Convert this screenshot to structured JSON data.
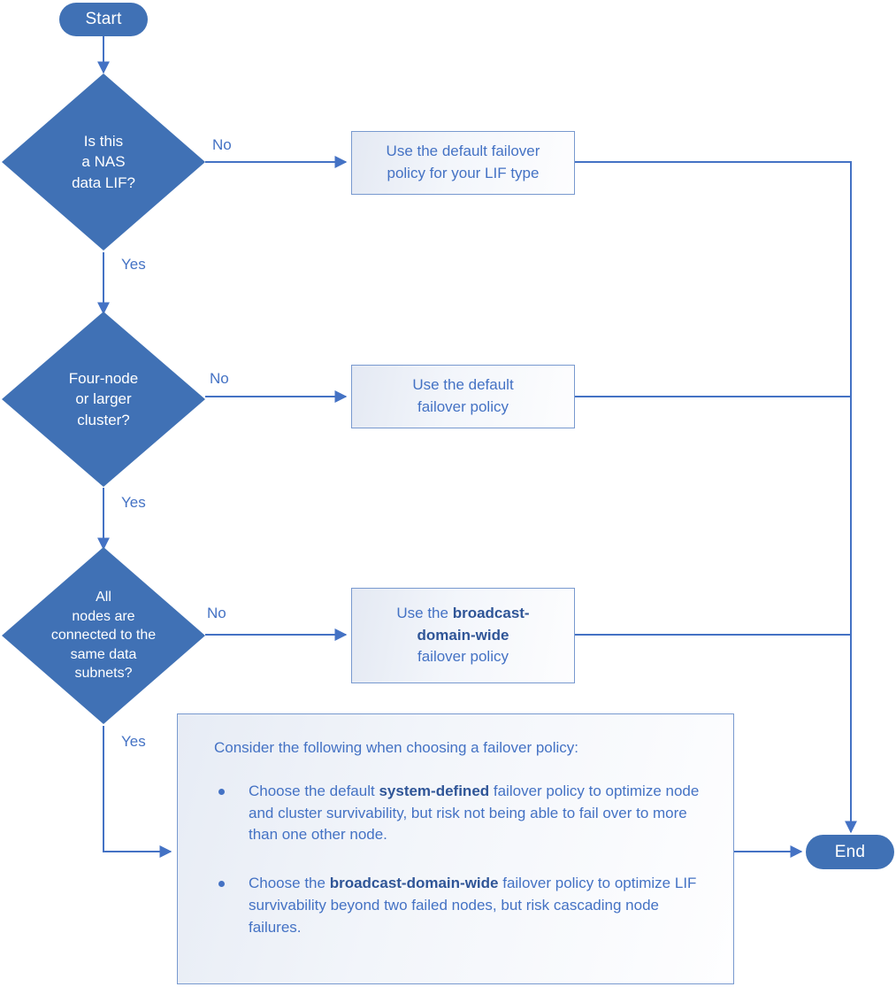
{
  "diagram": {
    "title": "LIF failover policy decision flowchart",
    "colors": {
      "node_fill": "#4071B5",
      "node_text": "#FFFFFF",
      "box_border": "#7899CF",
      "box_text": "#4472C4",
      "line": "#4472C4",
      "background": "#FFFFFF"
    },
    "start": {
      "label": "Start"
    },
    "end": {
      "label": "End"
    },
    "decisions": [
      {
        "id": "d1",
        "label": "Is this\na NAS\ndata LIF?",
        "yes_label": "Yes",
        "no_label": "No"
      },
      {
        "id": "d2",
        "label": "Four-node\nor larger\ncluster?",
        "yes_label": "Yes",
        "no_label": "No"
      },
      {
        "id": "d3",
        "label": "All\nnodes are\nconnected to the\nsame data\nsubnets?",
        "yes_label": "Yes",
        "no_label": "No"
      }
    ],
    "processes": [
      {
        "id": "p1",
        "line1": "Use the default failover",
        "line2": "policy for your LIF type"
      },
      {
        "id": "p2",
        "line1": "Use the default",
        "line2": "failover policy"
      },
      {
        "id": "p3",
        "pre": "Use the ",
        "strong1": "broadcast-",
        "strong2": "domain-wide",
        "post": "failover policy"
      }
    ],
    "note": {
      "heading": "Consider the following when choosing a failover policy:",
      "bullets": [
        {
          "part1": "Choose the default ",
          "strong": "system-defined",
          "part2": " failover policy to optimize node and cluster survivability, but risk not being able to fail over to more than one other node."
        },
        {
          "part1": "Choose the ",
          "strong": "broadcast-domain-wide",
          "part2": " failover policy to optimize LIF survivability beyond two failed nodes, but risk cascading node failures."
        }
      ]
    }
  }
}
